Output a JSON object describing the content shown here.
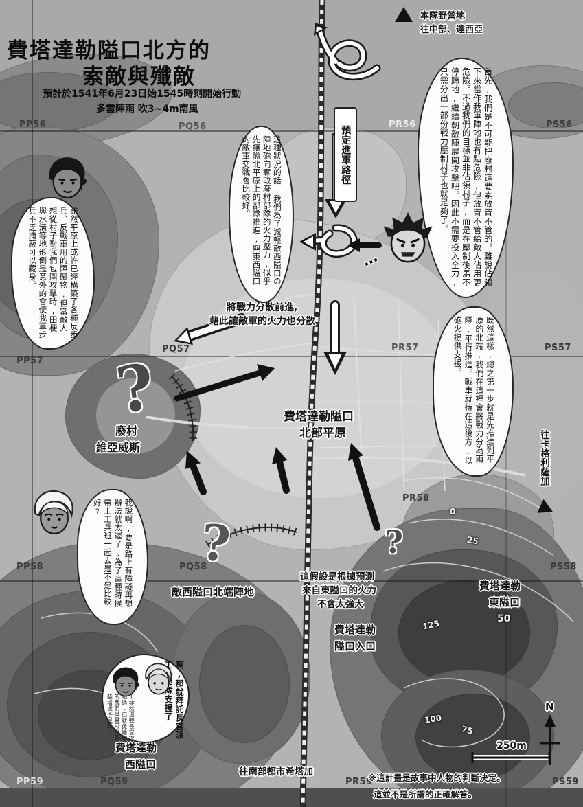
{
  "colors": {
    "ink": "#111111",
    "paper": "#ffffff"
  },
  "title": {
    "line1": "費塔達勒隘口北方的",
    "line2": "索敵與殲敵",
    "sub1": "預計於1541年6月23日始1545時刻開始行動",
    "sub2": "多雲陣雨 吹3~4m南風"
  },
  "camp": {
    "name": "本隊野營地",
    "direction": "往中部、達西亞"
  },
  "route_label": "預定進軍路徑",
  "bubbles": {
    "village": "首先,我們是不可能把廢村這要素放置不管的。雖說佔領下來當作我軍陣地也有點危險,但放置不管給敵人佔用更危險。不過我們的目標並非佔領村子,而是在壓制後馬不停蹄地,繼續朝敵陣展開攻擊吧。因此不需要投入全力,只需分出一部份戰力壓制村子也就足夠了。",
    "plan": "這種狀況的話,我們為了減輕敵西隘口の陣地砲向奪取廢村部隊的火力壓力,似乎先讓隘北平原上的部隊推進,與東西隘口的敵軍交戰會比較好。",
    "terrain": "雖然平原上或許已經構築了各種反步兵、反戰車用的障礙物,但當敵人想從村子對我們包圍攻擊時,田梗與水溝等地形倒是意外的會使我軍步兵不乏掩蔽可以藏身。",
    "advance": "既然這樣,總之第一步就是先推進到平原的北端,我們在這裡會將戰力分為兩隊,平行推進。戰車就待在這後方,以砲火提供支援。",
    "engineer": "我說啊,要是路上有障礙再想辦法就太遲了,為了這種時候帶上工兵班一起去是不是比較好?",
    "request_main": "啊,那就拜託長官派工兵部隊支援了",
    "request_sub": "(雖然沒聽長官提起過,但就像她說的我們其實可以要些增援不是嘛⋯"
  },
  "labels": {
    "disperse1": "將戰力分散前進,",
    "disperse2": "藉此讓敵軍的火力也分散",
    "plain1": "費塔達勒隘口",
    "plain2": "北部平原",
    "village1": "廢村",
    "village2": "維亞威斯",
    "west_north": "敵西隘口北端陣地",
    "assume1": "這假設是根據預測",
    "assume2": "來自東隘口的火力",
    "assume3": "不會太強大",
    "east1": "費塔達勒",
    "east2": "東隘口",
    "entrance1": "費塔達勒",
    "entrance2": "隘口入口",
    "west1": "費塔達勒",
    "west2": "西隘口",
    "south": "往南部都市希塔加",
    "east_dir": "往卡格利薩加",
    "dots": "⋯",
    "note1": "※這計畫是故事中人物的判斷決定。",
    "note2": "這並不是所謂的正確解答。",
    "scale": "250m",
    "compass": "N",
    "q1": "?",
    "q2": "?",
    "q3": "?"
  },
  "grid": [
    "PP56",
    "PQ56",
    "PR56",
    "PS56",
    "PP57",
    "PQ57",
    "PR57",
    "PS57",
    "PP58",
    "PQ58",
    "PR58",
    "PS58",
    "PP59",
    "PQ59",
    "PR59",
    "PS59"
  ],
  "contours": [
    "0",
    "25",
    "50",
    "125",
    "100",
    "75"
  ]
}
